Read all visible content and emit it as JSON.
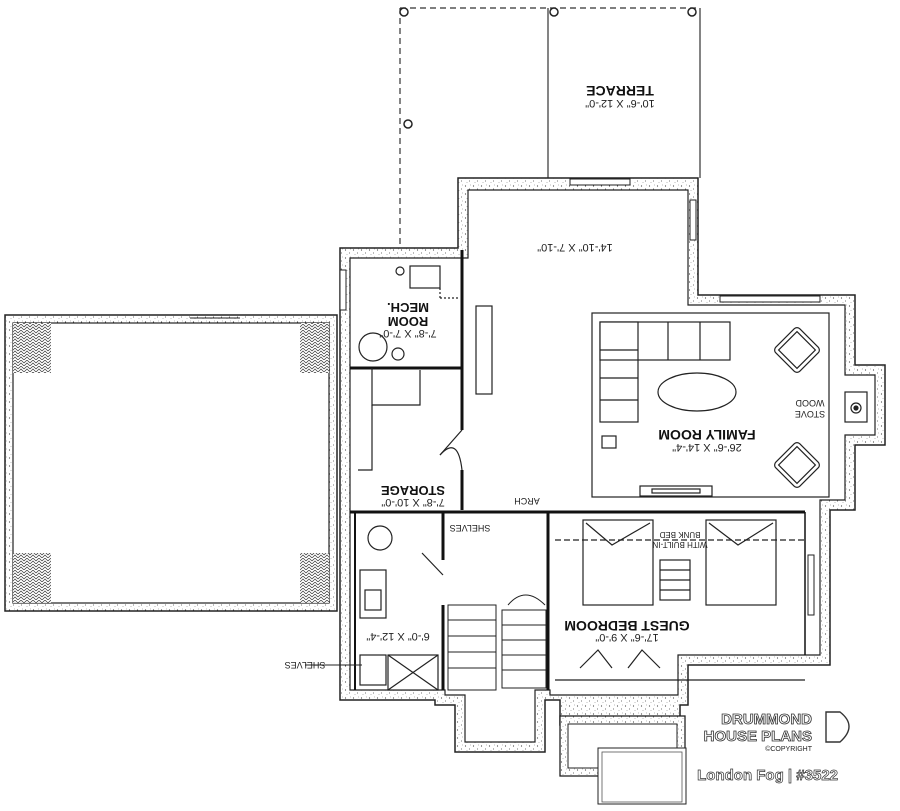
{
  "rooms": {
    "terrace": {
      "name": "TERRACE",
      "dims": "10'-6\" X 12'-0\""
    },
    "hall_dims": "14'-10\" X 7'-10\"",
    "mech": {
      "name_line1": "MECH.",
      "name_line2": "ROOM",
      "dims": "7'-8\" X 7'-0\""
    },
    "storage": {
      "name": "STORAGE",
      "dims": "7'-8\" X 10'-0\""
    },
    "family": {
      "name": "FAMILY ROOM",
      "dims": "26'-6\" X 14'-4\""
    },
    "guest": {
      "name": "GUEST BEDROOM",
      "dims": "17'-6\" X 9'-0\""
    },
    "bath_dims": "6'-0\" X 12'-4\""
  },
  "labels": {
    "wood_line1": "WOOD",
    "wood_line2": "STOVE",
    "arch": "ARCH",
    "shelves_closet": "SHELVES",
    "shelves_side": "SHELVES",
    "bunk_line1": "BUNK BED",
    "bunk_line2": "WITH BUILT-IN"
  },
  "branding": {
    "line1": "DRUMMOND",
    "line2": "HOUSE PLANS",
    "copyright": "©COPYRIGHT",
    "caption": "London Fog | #3522"
  }
}
